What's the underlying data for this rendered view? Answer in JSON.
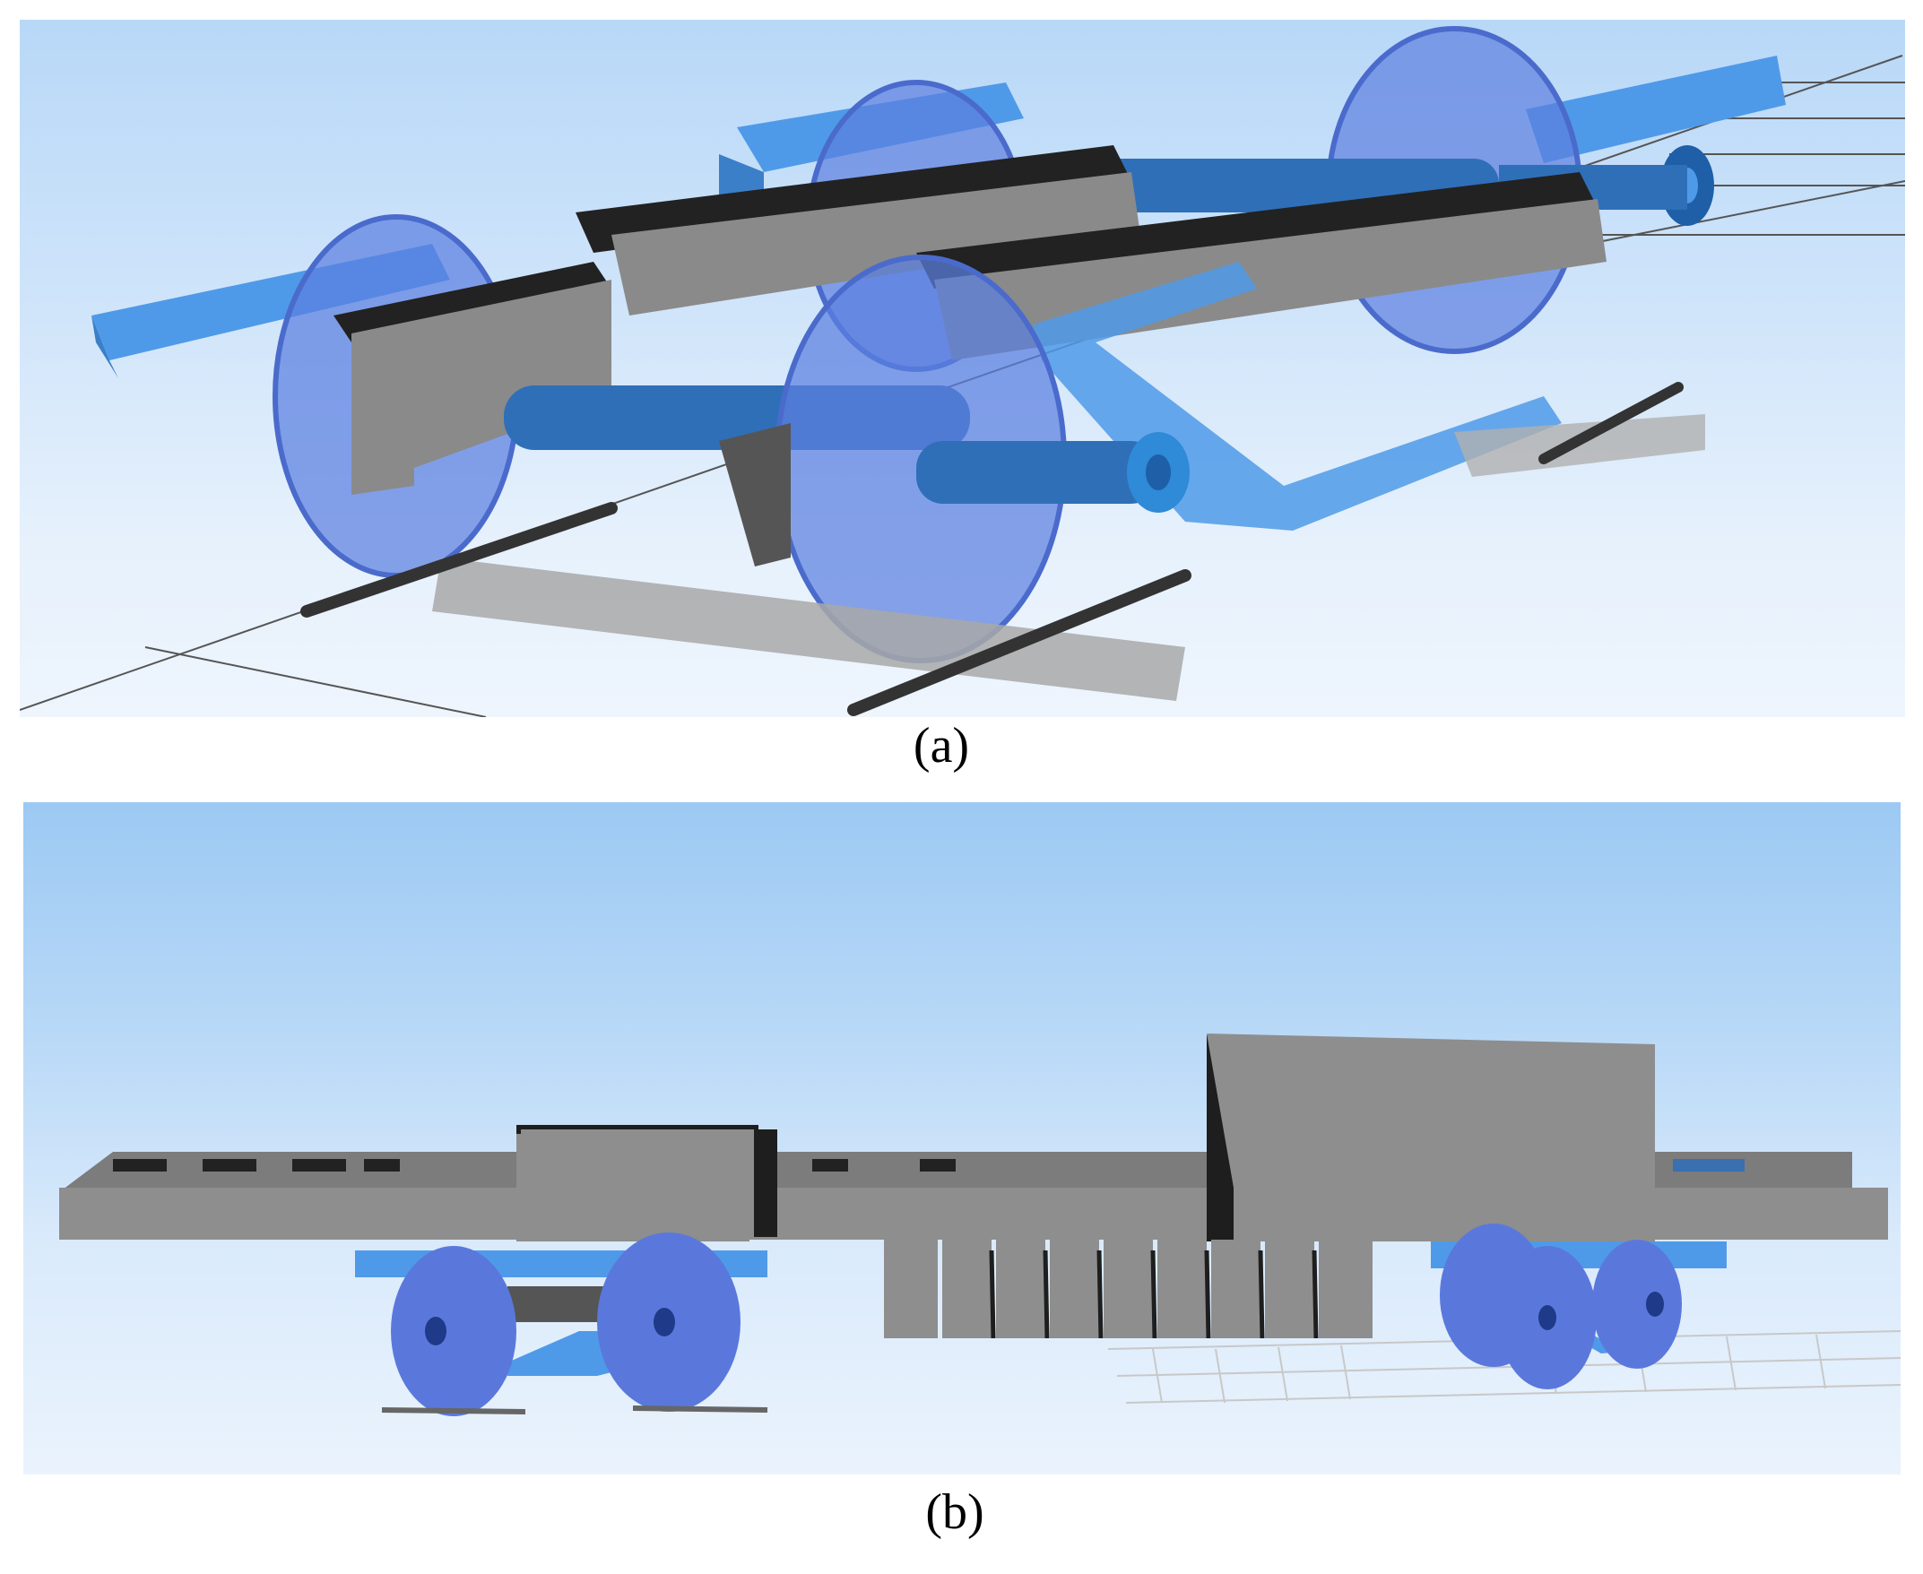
{
  "figure": {
    "panels": [
      {
        "id": "a",
        "caption": "(a)",
        "subject": "bogie-wheelset-model",
        "description": "3D model of a two-axle bogie: four translucent blue wheels on blue axles, grey/black side frames, light-blue equalizer beams, grey track plates and dark rails over a wireframe track",
        "colors": {
          "sky_top": "#b8d8f8",
          "sky_bottom": "#eef5fd",
          "wheel": "#5c7fe0",
          "axle": "#2f6fb8",
          "frame": "#8c8c8c",
          "frame_dark": "#2a2a2a",
          "beam": "#4f9ae8",
          "rail": "#333333",
          "plate": "#a8a8a8"
        }
      },
      {
        "id": "b",
        "caption": "(b)",
        "subject": "vehicle-full-model",
        "description": "Side view of full vehicle model: grey flat car body with two grey boxes (small and large) on top, two bogies with blue wheels underneath, vertical grey plates beneath centre, wireframe track at right",
        "colors": {
          "sky_top": "#9cc9f3",
          "sky_bottom": "#eaf3fd",
          "body": "#8e8e8e",
          "body_dark": "#1e1e1e",
          "wheel": "#5a78dc",
          "beam": "#4f9ae8"
        }
      }
    ]
  }
}
